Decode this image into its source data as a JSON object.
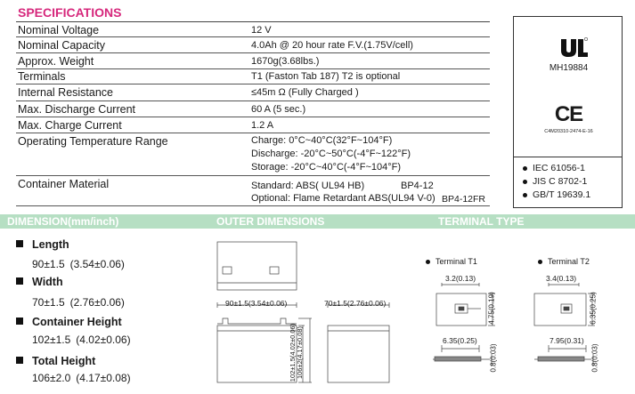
{
  "specifications": {
    "title": "SPECIFICATIONS",
    "rows": [
      {
        "label": "Nominal Voltage",
        "value": "12 V"
      },
      {
        "label": "Nominal Capacity",
        "value": "4.0Ah @ 20 hour rate F.V.(1.75V/cell)"
      },
      {
        "label": "Approx. Weight",
        "value": "1670g(3.68lbs.)"
      },
      {
        "label": "Terminals",
        "value": "T1 (Faston Tab 187) T2 is optional"
      },
      {
        "label": "Internal Resistance",
        "value": "≤45m Ω  (Fully Charged )"
      },
      {
        "label": "Max. Discharge Current",
        "value": "60 A (5 sec.)"
      },
      {
        "label": "Max. Charge Current",
        "value": "1.2 A"
      }
    ],
    "operating_temp": {
      "label": "Operating Temperature Range",
      "lines": [
        "Charge: 0°C~40°C(32°F~104°F)",
        "Discharge: -20°C~50°C(-4°F~122°F)",
        "Storage: -20°C~40°C(-4°F~104°F)"
      ]
    },
    "container_material": {
      "label": "Container Material",
      "line1": "Standard: ABS( UL94 HB)",
      "line1_model": "BP4-12",
      "line2": "Optional: Flame Retardant ABS(UL94 V-0)",
      "line2_model": "BP4-12FR"
    }
  },
  "certifications": {
    "ul_code": "MH19884",
    "ce_mark": "CE",
    "ce_code": "C4M20310-2474-E-16",
    "standards": [
      "IEC 61056-1",
      "JIS C 8702-1",
      "GB/T 19639.1"
    ]
  },
  "banner": {
    "dimension": "DIMENSION(mm/inch)",
    "outer": "OUTER DIMENSIONS",
    "terminal": "TERMINAL TYPE"
  },
  "dimensions": [
    {
      "label": "Length",
      "mm": "90±1.5",
      "inch": "(3.54±0.06)"
    },
    {
      "label": "Width",
      "mm": "70±1.5",
      "inch": "(2.76±0.06)"
    },
    {
      "label": "Container Height",
      "mm": "102±1.5",
      "inch": "(4.02±0.06)"
    },
    {
      "label": "Total Height",
      "mm": "106±2.0",
      "inch": "(4.17±0.08)"
    }
  ],
  "drawing": {
    "length_dim": "90±1.5(3.54±0.06)",
    "width_dim": "70±1.5(2.76±0.06)",
    "container_h_dim": "102±1.5(4.02±0.06)",
    "total_h_dim": "106±2(4.17±0.08)"
  },
  "terminal_t1": {
    "label": "Terminal T1",
    "width": "3.2(0.13)",
    "height": "4.75(0.19)",
    "length": "6.35(0.25)",
    "thickness": "0.8(0.03)"
  },
  "terminal_t2": {
    "label": "Terminal T2",
    "width": "3.4(0.13)",
    "height": "6.35(0.25)",
    "length": "7.95(0.31)",
    "thickness": "0.8(0.03)"
  },
  "colors": {
    "title": "#d6287c",
    "banner": "#b6dfc3"
  }
}
